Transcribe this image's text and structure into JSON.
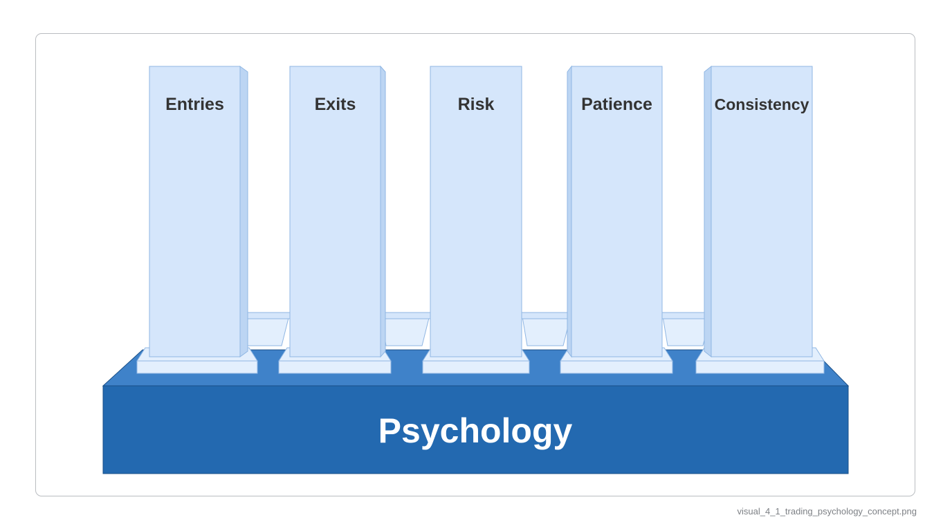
{
  "diagram": {
    "pillars": [
      {
        "label": "Entries"
      },
      {
        "label": "Exits"
      },
      {
        "label": "Risk"
      },
      {
        "label": "Patience"
      },
      {
        "label": "Consistency"
      }
    ],
    "base": {
      "label": "Psychology"
    }
  },
  "footer": {
    "filename": "visual_4_1_trading_psychology_concept.png"
  },
  "colors": {
    "pillar_fill": "#d5e6fb",
    "pillar_side": "#bcd5f3",
    "pillar_stroke": "#8fb6e3",
    "plate_fill": "#e3effd",
    "base_front": "#2369b0",
    "base_top": "#3f82c9",
    "base_stroke": "#1a4f87",
    "text_dark": "#333333",
    "frame_border": "#b9bcc0"
  }
}
